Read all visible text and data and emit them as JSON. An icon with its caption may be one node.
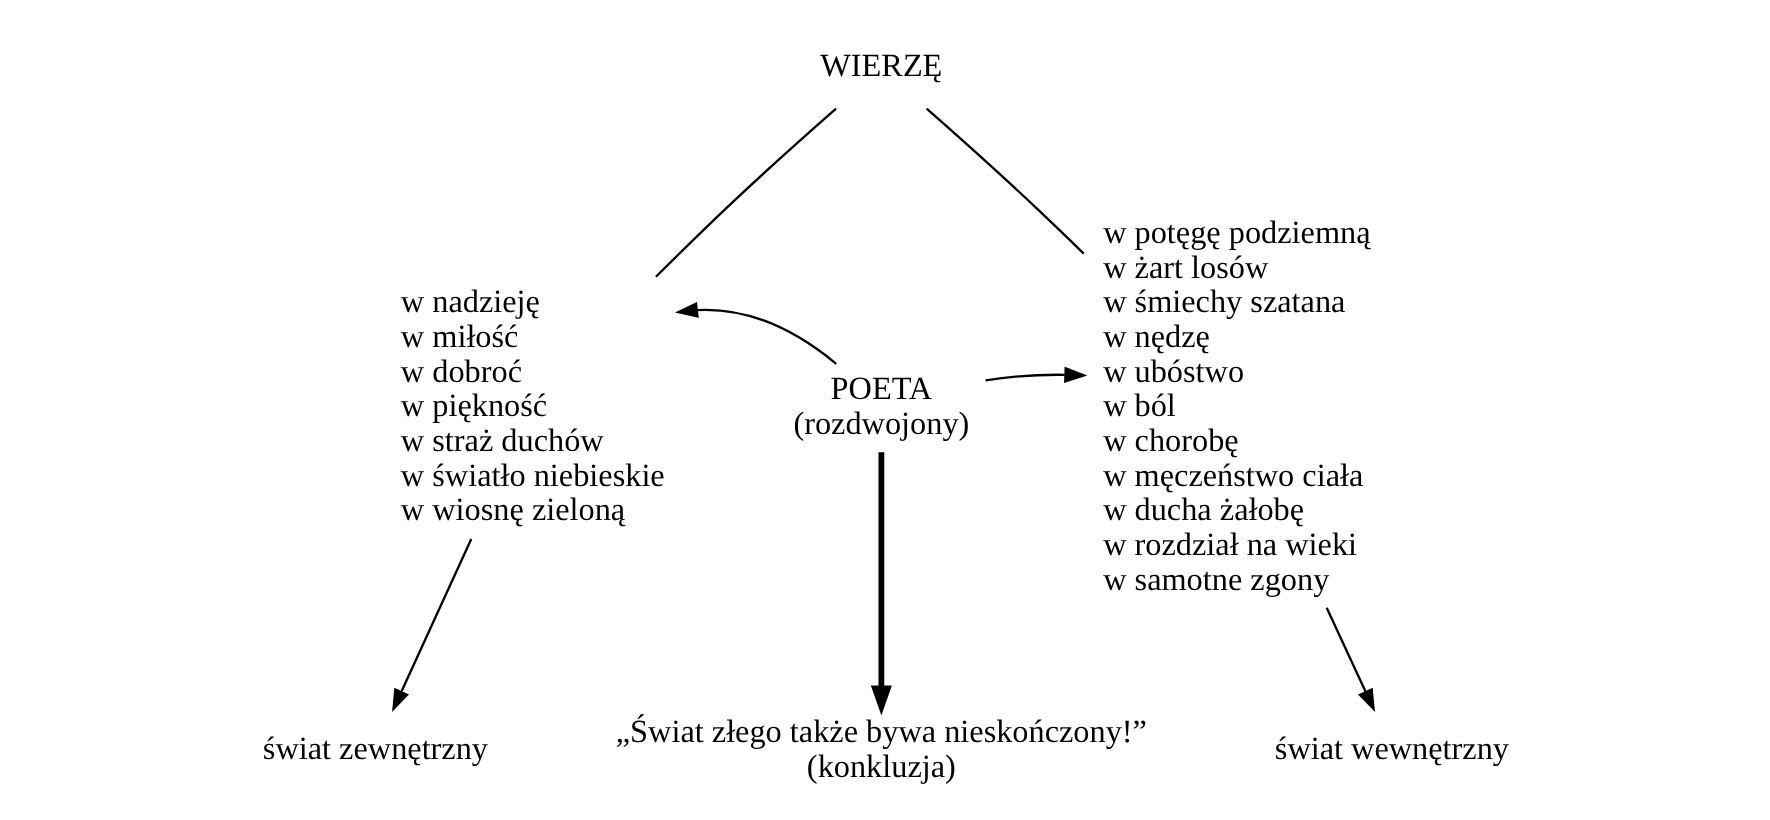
{
  "diagram": {
    "nodes": [
      {
        "text": [
          "WIERZĘ"
        ]
      },
      {
        "text": [
          "w nadzieję",
          "w miłość",
          "w dobroć",
          "w piękność",
          "w straż duchów",
          "w światło niebieskie",
          "w wiosnę zieloną"
        ]
      },
      {
        "text": [
          "POETA",
          "(rozdwojony)"
        ]
      },
      {
        "text": [
          "w potęgę podziemną",
          "w żart losów",
          "w śmiechy szatana",
          "w nędzę",
          "w ubóstwo",
          "w ból",
          "w chorobę",
          "w męczeństwo ciała",
          "w ducha żałobę",
          "w rozdział na wieki",
          "w samotne zgony"
        ]
      },
      {
        "text": [
          "świat zewnętrzny"
        ]
      },
      {
        "text": [
          "„Świat złego także bywa nieskończony!”",
          "(konkluzja)"
        ]
      },
      {
        "text": [
          "świat wewnętrzny"
        ]
      }
    ],
    "edges": [
      {
        "from": 0,
        "to": 1,
        "arrow": "none"
      },
      {
        "from": 0,
        "to": 3,
        "arrow": "none"
      },
      {
        "from": 2,
        "to": 1,
        "arrow": "to"
      },
      {
        "from": 2,
        "to": 3,
        "arrow": "to"
      },
      {
        "from": 1,
        "to": 4,
        "arrow": "to"
      },
      {
        "from": 2,
        "to": 5,
        "arrow": "to",
        "style": "thick"
      },
      {
        "from": 3,
        "to": 6,
        "arrow": "to"
      }
    ]
  }
}
